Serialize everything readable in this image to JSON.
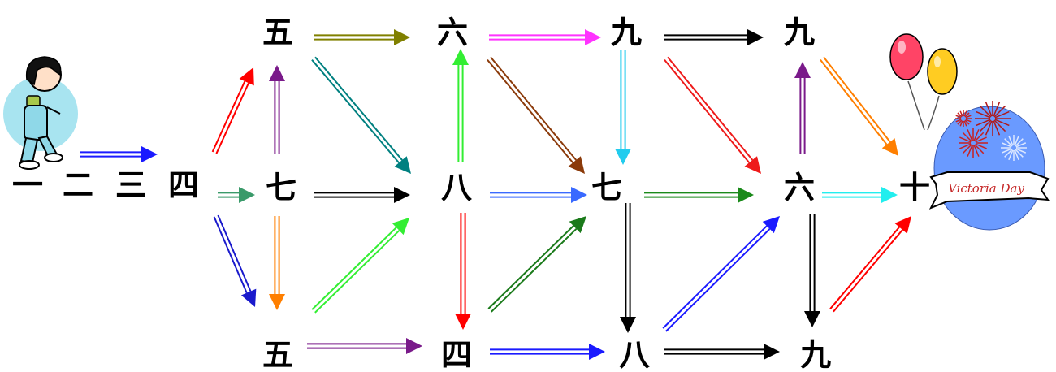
{
  "start_sequence": [
    "一",
    "二",
    "三",
    "四"
  ],
  "nodes": [
    {
      "id": "n1",
      "label": "五"
    },
    {
      "id": "n2",
      "label": "七"
    },
    {
      "id": "n3",
      "label": "五"
    },
    {
      "id": "n4",
      "label": "六"
    },
    {
      "id": "n5",
      "label": "八"
    },
    {
      "id": "n6",
      "label": "四"
    },
    {
      "id": "n7",
      "label": "九"
    },
    {
      "id": "n8",
      "label": "七"
    },
    {
      "id": "n9",
      "label": "八"
    },
    {
      "id": "n10",
      "label": "九"
    },
    {
      "id": "n11",
      "label": "六"
    },
    {
      "id": "n12",
      "label": "九"
    },
    {
      "id": "n13",
      "label": "十"
    }
  ],
  "edges": [
    {
      "from": "start",
      "to": "seq",
      "color": "#1a1aff"
    },
    {
      "from": "seq",
      "to": "n1",
      "color": "#ff0000"
    },
    {
      "from": "seq",
      "to": "n2",
      "color": "#3a9a6a"
    },
    {
      "from": "seq",
      "to": "n3",
      "color": "#1a1acc"
    },
    {
      "from": "n2",
      "to": "n1",
      "color": "#7a1a8a"
    },
    {
      "from": "n2",
      "to": "n3",
      "color": "#ff7f00"
    },
    {
      "from": "n1",
      "to": "n4",
      "color": "#808000"
    },
    {
      "from": "n1",
      "to": "n5",
      "color": "#008080"
    },
    {
      "from": "n2",
      "to": "n5",
      "color": "#000000"
    },
    {
      "from": "n3",
      "to": "n5",
      "color": "#33ee33"
    },
    {
      "from": "n3",
      "to": "n6",
      "color": "#7a1a8a"
    },
    {
      "from": "n5",
      "to": "n4",
      "color": "#33ee33"
    },
    {
      "from": "n5",
      "to": "n6",
      "color": "#ff0000"
    },
    {
      "from": "n4",
      "to": "n7",
      "color": "#ff33ff"
    },
    {
      "from": "n4",
      "to": "n8",
      "color": "#8b3a0a"
    },
    {
      "from": "n5",
      "to": "n8",
      "color": "#3a6aff"
    },
    {
      "from": "n6",
      "to": "n8",
      "color": "#1a7a1a"
    },
    {
      "from": "n6",
      "to": "n9",
      "color": "#1a1aff"
    },
    {
      "from": "n7",
      "to": "n8",
      "color": "#22ccee"
    },
    {
      "from": "n7",
      "to": "n10",
      "color": "#000000"
    },
    {
      "from": "n7",
      "to": "n11",
      "color": "#ee1a1a"
    },
    {
      "from": "n8",
      "to": "n11",
      "color": "#1a8a1a"
    },
    {
      "from": "n8",
      "to": "n9",
      "color": "#000000"
    },
    {
      "from": "n9",
      "to": "n11",
      "color": "#1a1aff"
    },
    {
      "from": "n9",
      "to": "n12",
      "color": "#000000"
    },
    {
      "from": "n11",
      "to": "n10",
      "color": "#7a1a8a"
    },
    {
      "from": "n11",
      "to": "n12",
      "color": "#000000"
    },
    {
      "from": "n10",
      "to": "n13",
      "color": "#ff7f00"
    },
    {
      "from": "n11",
      "to": "n13",
      "color": "#22eeee"
    },
    {
      "from": "n12",
      "to": "n13",
      "color": "#ff0000"
    }
  ],
  "decorations": {
    "traveler_icon": "girl-walking-icon",
    "balloons_icon": "balloons-icon",
    "fireworks_icon": "fireworks-icon",
    "banner_text": "Victoria Day",
    "balloon_colors": [
      "#ff4466",
      "#ffcc22"
    ],
    "globe_color": "#6a9aff"
  }
}
